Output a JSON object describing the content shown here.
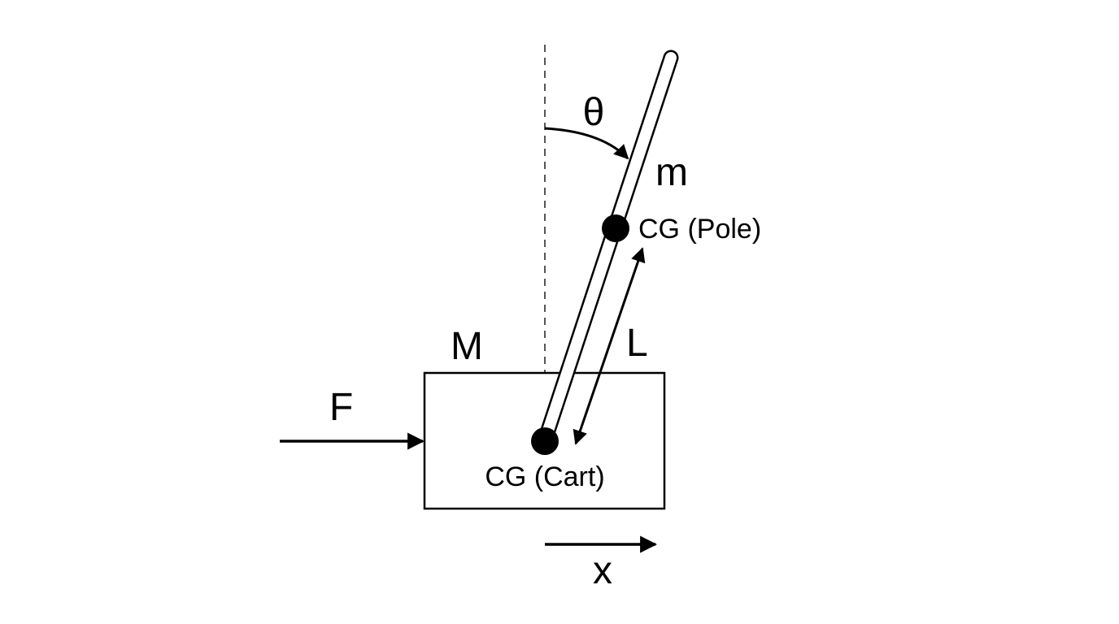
{
  "labels": {
    "theta": "θ",
    "pole_mass": "m",
    "cg_pole": "CG (Pole)",
    "length": "L",
    "cart_mass": "M",
    "force": "F",
    "cg_cart": "CG (Cart)",
    "position": "x"
  },
  "colors": {
    "ink": "#000000",
    "reference_line": "#555555",
    "background": "#ffffff"
  }
}
